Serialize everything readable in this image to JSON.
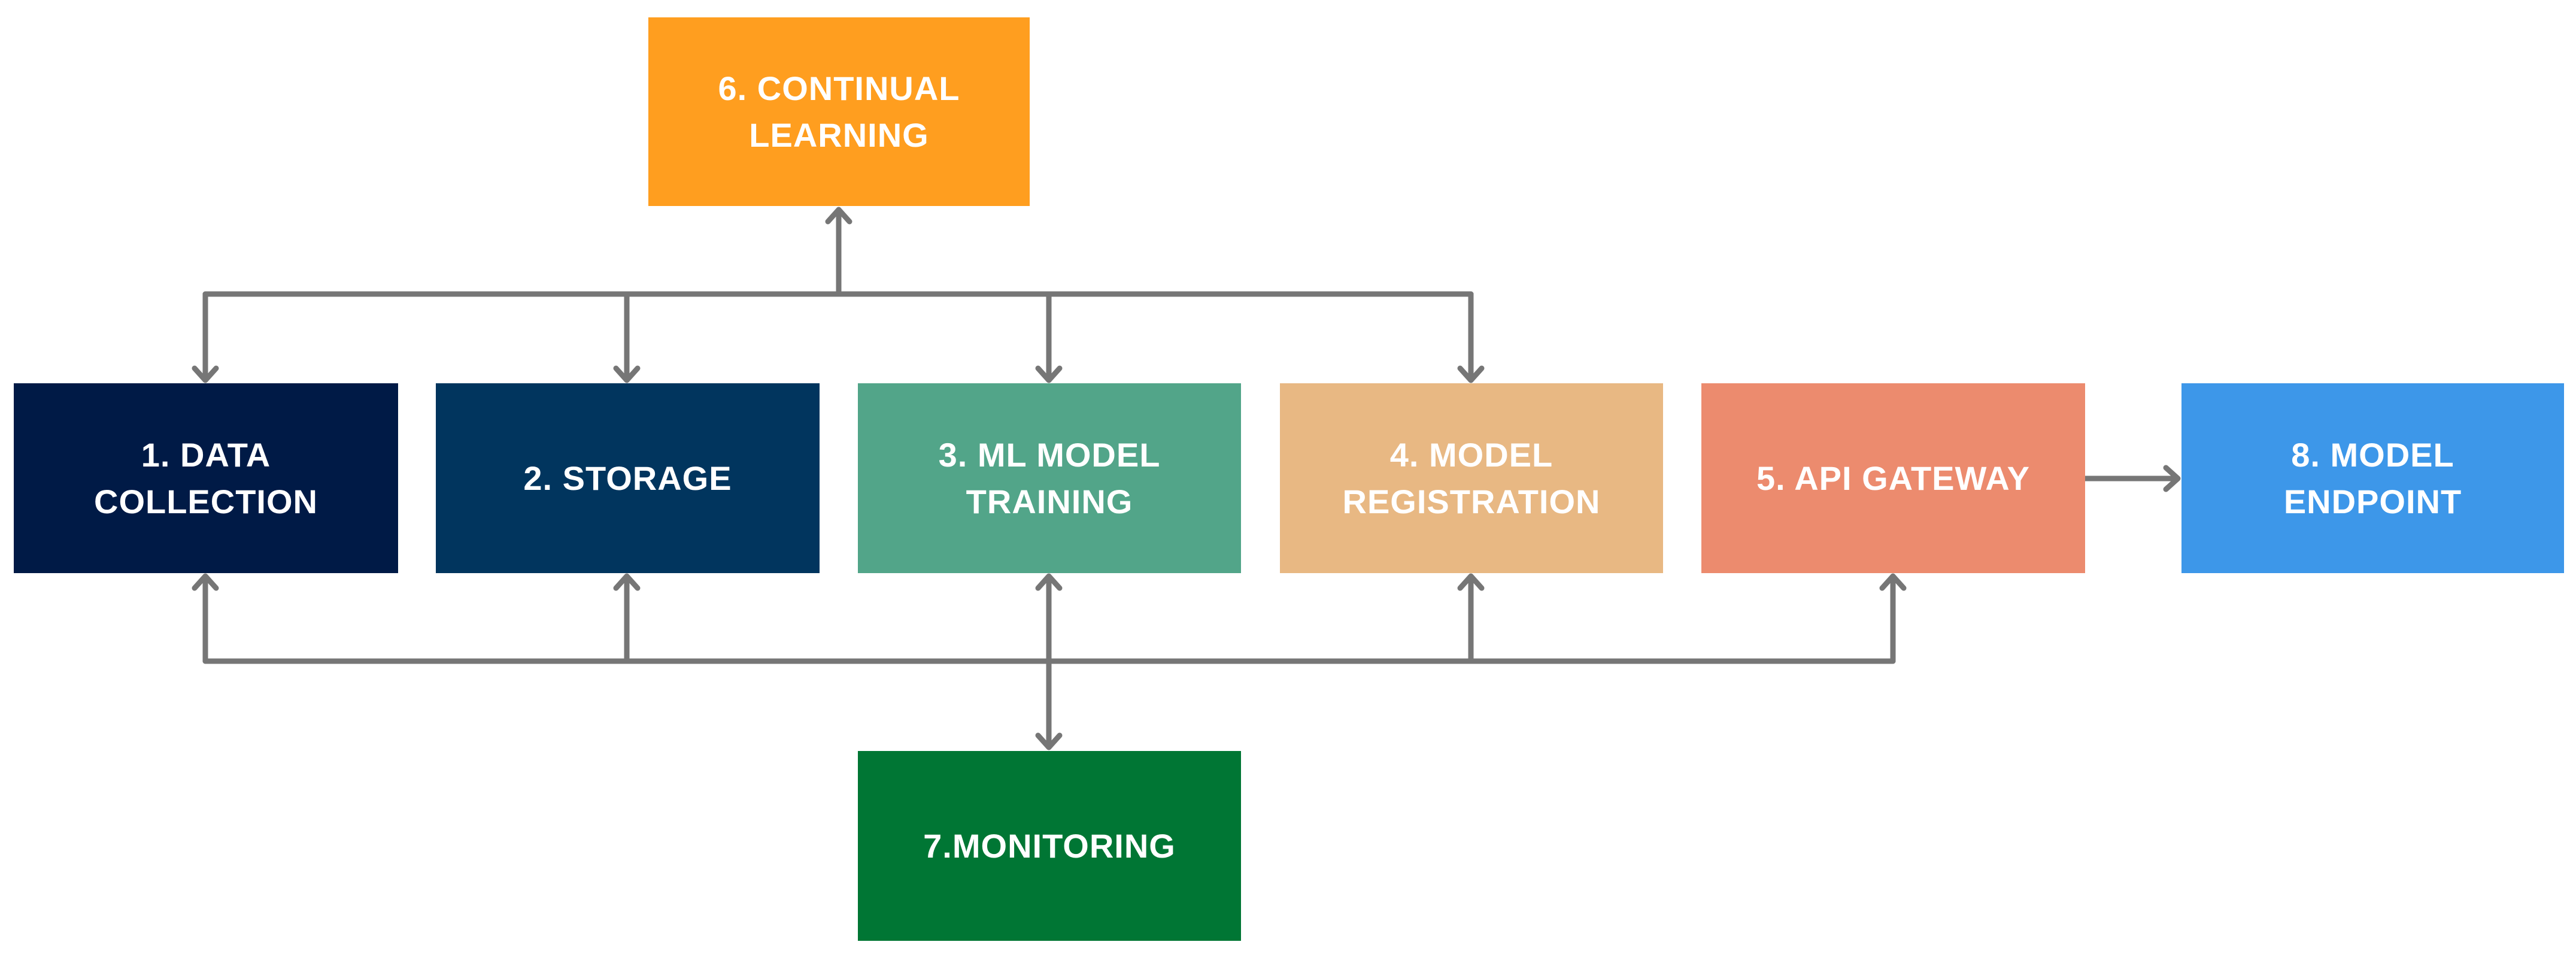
{
  "diagram": {
    "nodes": [
      {
        "id": "continual-learning",
        "label": "6. CONTINUAL\nLEARNING",
        "color": "#FF9E1F"
      },
      {
        "id": "data-collection",
        "label": "1. DATA\nCOLLECTION",
        "color": "#001A46"
      },
      {
        "id": "storage",
        "label": "2. STORAGE",
        "color": "#01355E"
      },
      {
        "id": "ml-model-training",
        "label": "3. ML MODEL\nTRAINING",
        "color": "#52A589"
      },
      {
        "id": "model-registration",
        "label": "4. MODEL\nREGISTRATION",
        "color": "#E8B883"
      },
      {
        "id": "api-gateway",
        "label": "5. API GATEWAY",
        "color": "#EC8B6E"
      },
      {
        "id": "model-endpoint",
        "label": "8. MODEL\nENDPOINT",
        "color": "#3D97E9"
      },
      {
        "id": "monitoring",
        "label": "7.MONITORING",
        "color": "#007634"
      }
    ],
    "edges": [
      {
        "from": "continual-learning",
        "to": "data-collection",
        "bidirectional": true
      },
      {
        "from": "continual-learning",
        "to": "storage",
        "bidirectional": true
      },
      {
        "from": "continual-learning",
        "to": "ml-model-training",
        "bidirectional": true
      },
      {
        "from": "continual-learning",
        "to": "model-registration",
        "bidirectional": true
      },
      {
        "from": "monitoring",
        "to": "data-collection",
        "bidirectional": true
      },
      {
        "from": "monitoring",
        "to": "storage",
        "bidirectional": true
      },
      {
        "from": "monitoring",
        "to": "ml-model-training",
        "bidirectional": true
      },
      {
        "from": "monitoring",
        "to": "model-registration",
        "bidirectional": true
      },
      {
        "from": "monitoring",
        "to": "api-gateway",
        "bidirectional": true
      },
      {
        "from": "api-gateway",
        "to": "model-endpoint",
        "bidirectional": false
      }
    ],
    "connector_color": "#767676"
  }
}
